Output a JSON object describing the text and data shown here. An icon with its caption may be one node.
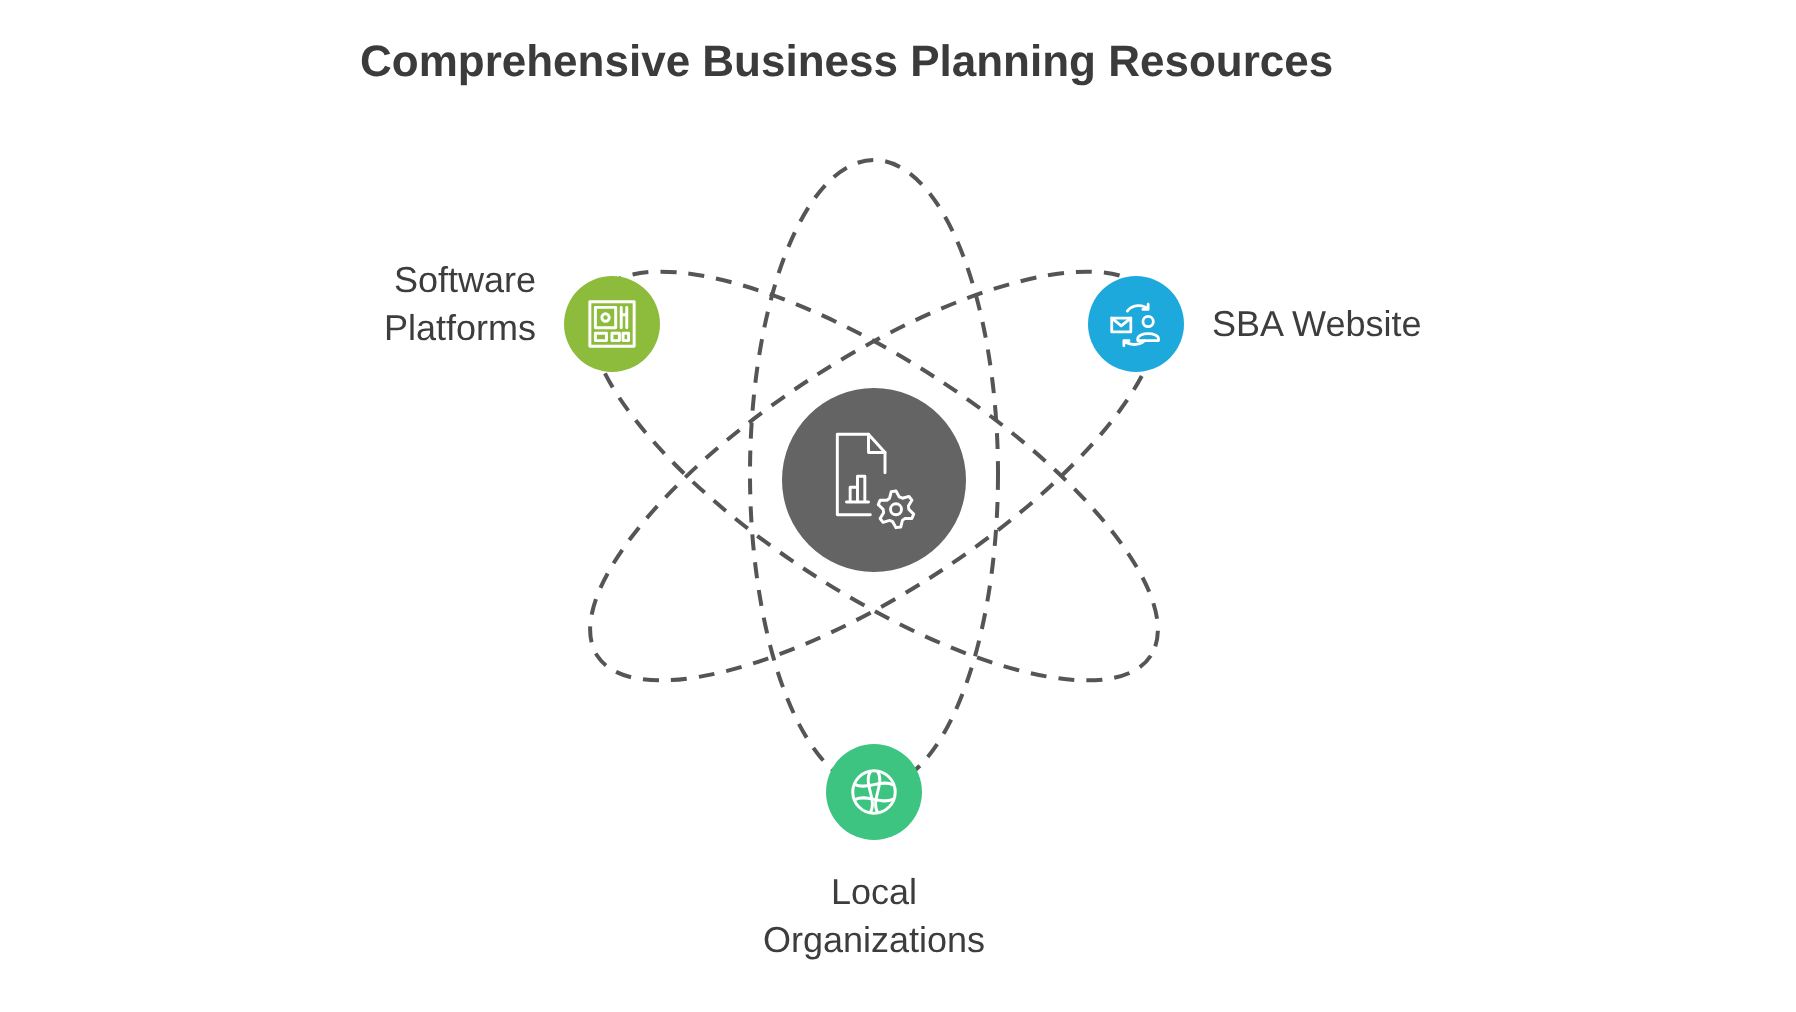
{
  "diagram": {
    "title": "Comprehensive Business Planning Resources",
    "nodes": [
      {
        "text": [],
        "shape": "circle"
      },
      {
        "text": [],
        "shape": "circle",
        "beside": [
          "Software Platforms"
        ]
      },
      {
        "text": [],
        "shape": "circle",
        "beside": [
          "SBA Website"
        ]
      },
      {
        "text": [],
        "shape": "circle",
        "beside": [
          "Local Organizations"
        ]
      }
    ],
    "edges": []
  }
}
